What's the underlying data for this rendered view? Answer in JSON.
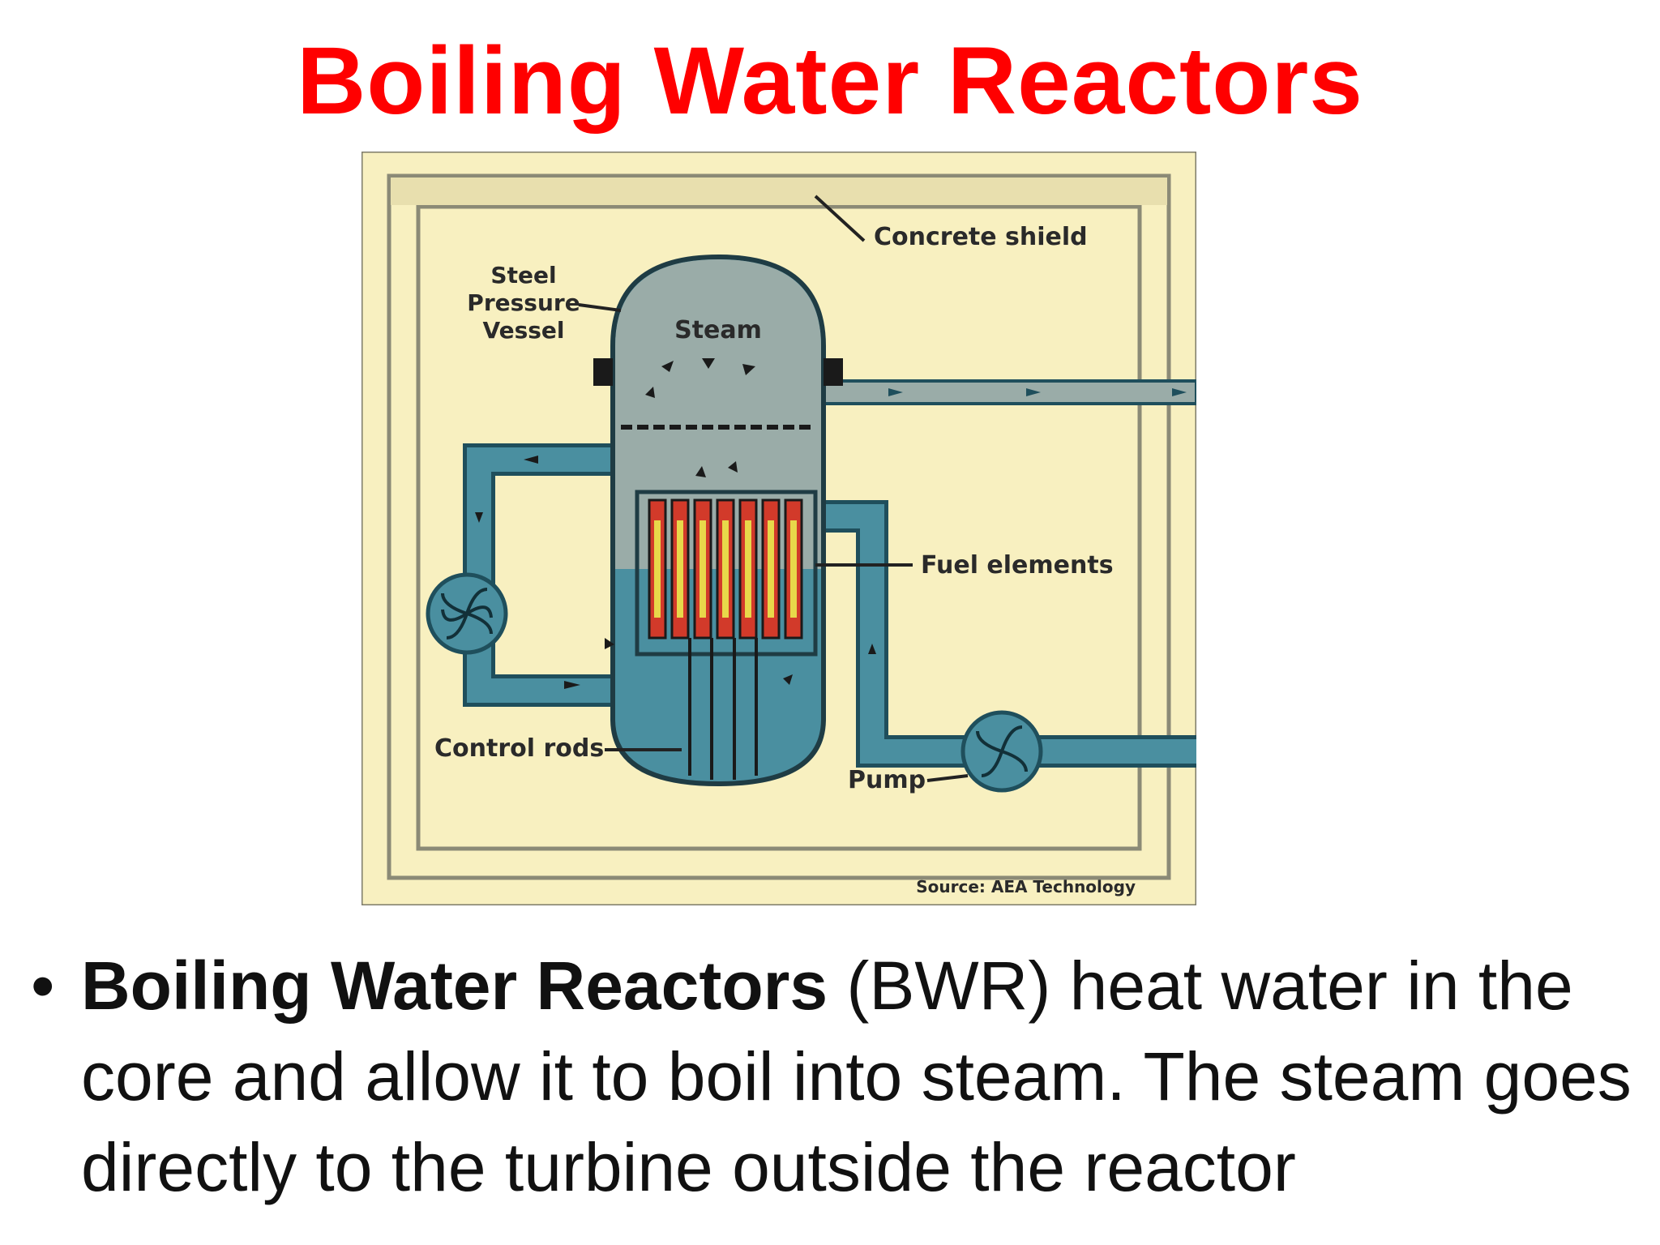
{
  "slide": {
    "title": "Boiling Water Reactors"
  },
  "diagram": {
    "labels": {
      "concrete_shield": "Concrete shield",
      "steel": "Steel",
      "pressure": "Pressure",
      "vessel": "Vessel",
      "steam": "Steam",
      "fuel_elements": "Fuel elements",
      "control_rods": "Control rods",
      "pump": "Pump",
      "source": "Source: AEA Technology"
    },
    "colors": {
      "background": "#f8f0c0",
      "water": "#4a8fa0",
      "steam": "#9aaca8",
      "fuel_red": "#d23a2a",
      "fuel_yellow": "#e8d84a"
    }
  },
  "bullet": {
    "bold_text": "Boiling Water Reactors",
    "text": " (BWR) heat water in the core and allow it to boil into steam. The steam goes directly to the turbine outside the reactor"
  }
}
